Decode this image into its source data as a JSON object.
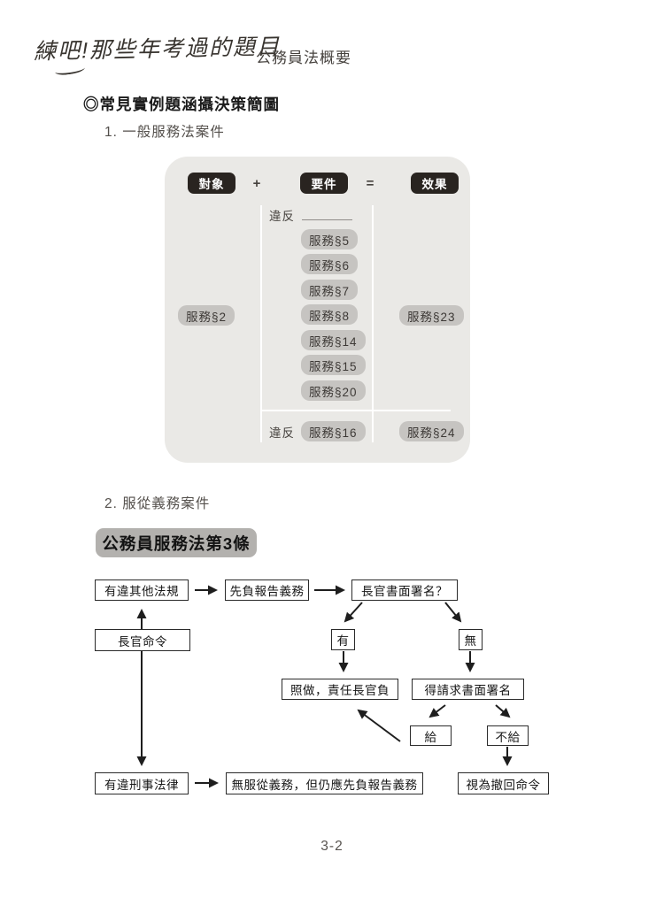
{
  "page": {
    "header_script": "練吧!那些年考過的題目",
    "header_subject": "公務員法概要",
    "section_title": "◎常見實例題涵攝決策簡圖",
    "page_number": "3-2"
  },
  "diagram1": {
    "label": "1. 一般服務法案件",
    "formula": {
      "subject": "對象",
      "plus": "+",
      "condition": "要件",
      "equals": "=",
      "effect": "效果"
    },
    "violate_label": "違反",
    "subject_pill": "服務§2",
    "condition_pills": [
      "服務§5",
      "服務§6",
      "服務§7",
      "服務§8",
      "服務§14",
      "服務§15",
      "服務§20"
    ],
    "effect_pill": "服務§23",
    "bottom": {
      "violate_label": "違反",
      "condition_pill": "服務§16",
      "effect_pill": "服務§24"
    }
  },
  "flowchart": {
    "label": "2. 服從義務案件",
    "title": "公務員服務法第3條",
    "boxes": {
      "other_law": "有違其他法規",
      "report_duty": "先負報告義務",
      "written_sign_q": "長官書面署名？",
      "superior_order": "長官命令",
      "yes": "有",
      "no": "無",
      "comply": "照做，責任長官負",
      "request_sign": "得請求書面署名",
      "give": "給",
      "not_give": "不給",
      "criminal_law": "有違刑事法律",
      "no_obey": "無服從義務，但仍應先負報告義務",
      "withdrawn": "視為撤回命令"
    }
  },
  "colors": {
    "panel_bg": "#eae9e6",
    "pill_dark_bg": "#292420",
    "pill_gray_bg": "#c6c4c1",
    "title_box_bg": "#b3b1ae",
    "divider_white": "#ffffff",
    "ink": "#1b1b1b"
  }
}
